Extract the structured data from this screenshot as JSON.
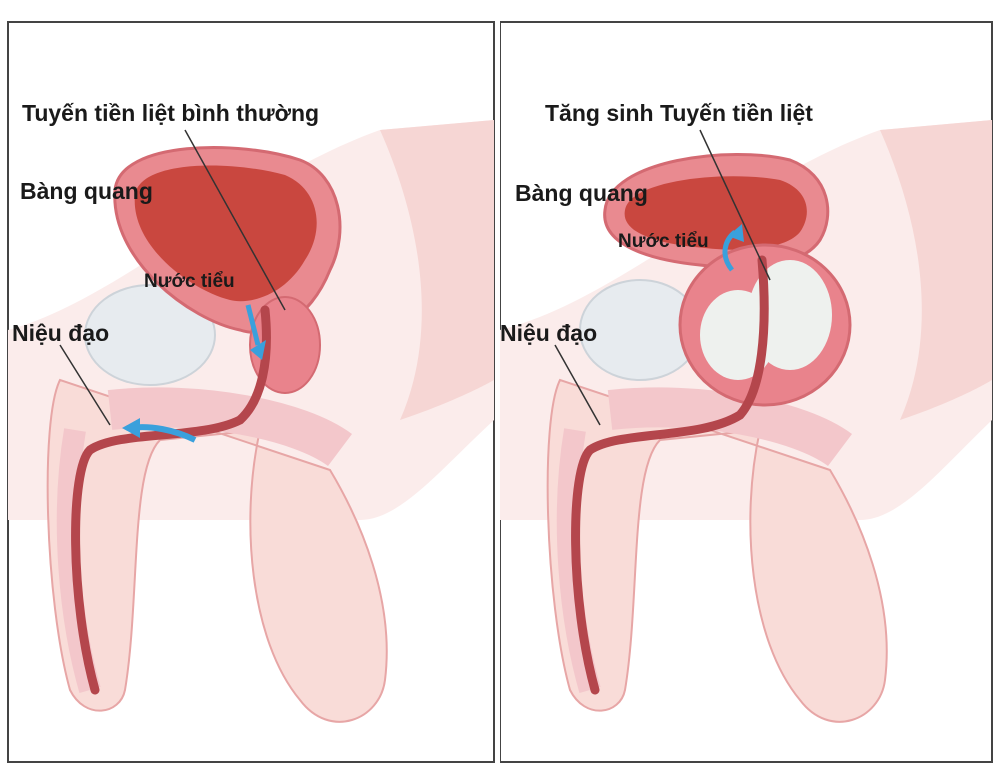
{
  "left_panel": {
    "title_label": "Tuyến tiền liệt bình thường",
    "bladder_label": "Bàng quang",
    "urine_label": "Nước tiểu",
    "urethra_label": "Niệu đạo"
  },
  "right_panel": {
    "title_label": "Tăng sinh Tuyến tiền liệt",
    "bladder_label": "Bàng quang",
    "urine_label": "Nước tiểu",
    "urethra_label": "Niệu đạo"
  },
  "colors": {
    "skin": "#f9dcd8",
    "tissue_pink": "#f2b7bb",
    "bladder_wall": "#e98a90",
    "bladder_inner": "#c9473f",
    "urethra": "#b4464c",
    "prostate": "#e9838c",
    "enlarged_prostate": "#eef1ee",
    "pubic_bone": "#e7ebef",
    "flow_arrow": "#3aa0dc",
    "border": "#444444"
  }
}
